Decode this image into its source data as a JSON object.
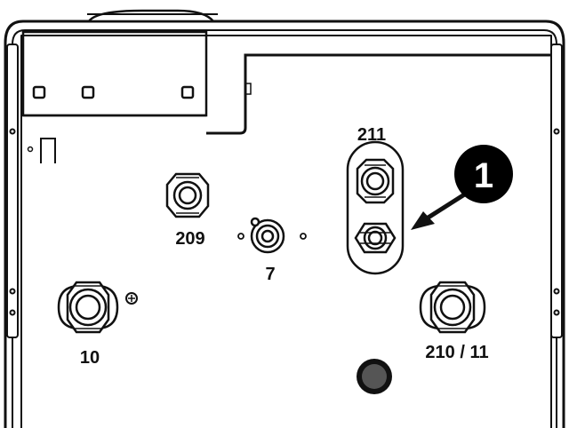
{
  "labels": {
    "port_211": "211",
    "port_209": "209",
    "port_7": "7",
    "port_10": "10",
    "port_210_11": "210 / 11"
  },
  "callout": {
    "number": "1"
  },
  "colors": {
    "line": "#111111",
    "background": "#ffffff",
    "callout_fill": "#000000",
    "cap_fill": "#555555"
  }
}
